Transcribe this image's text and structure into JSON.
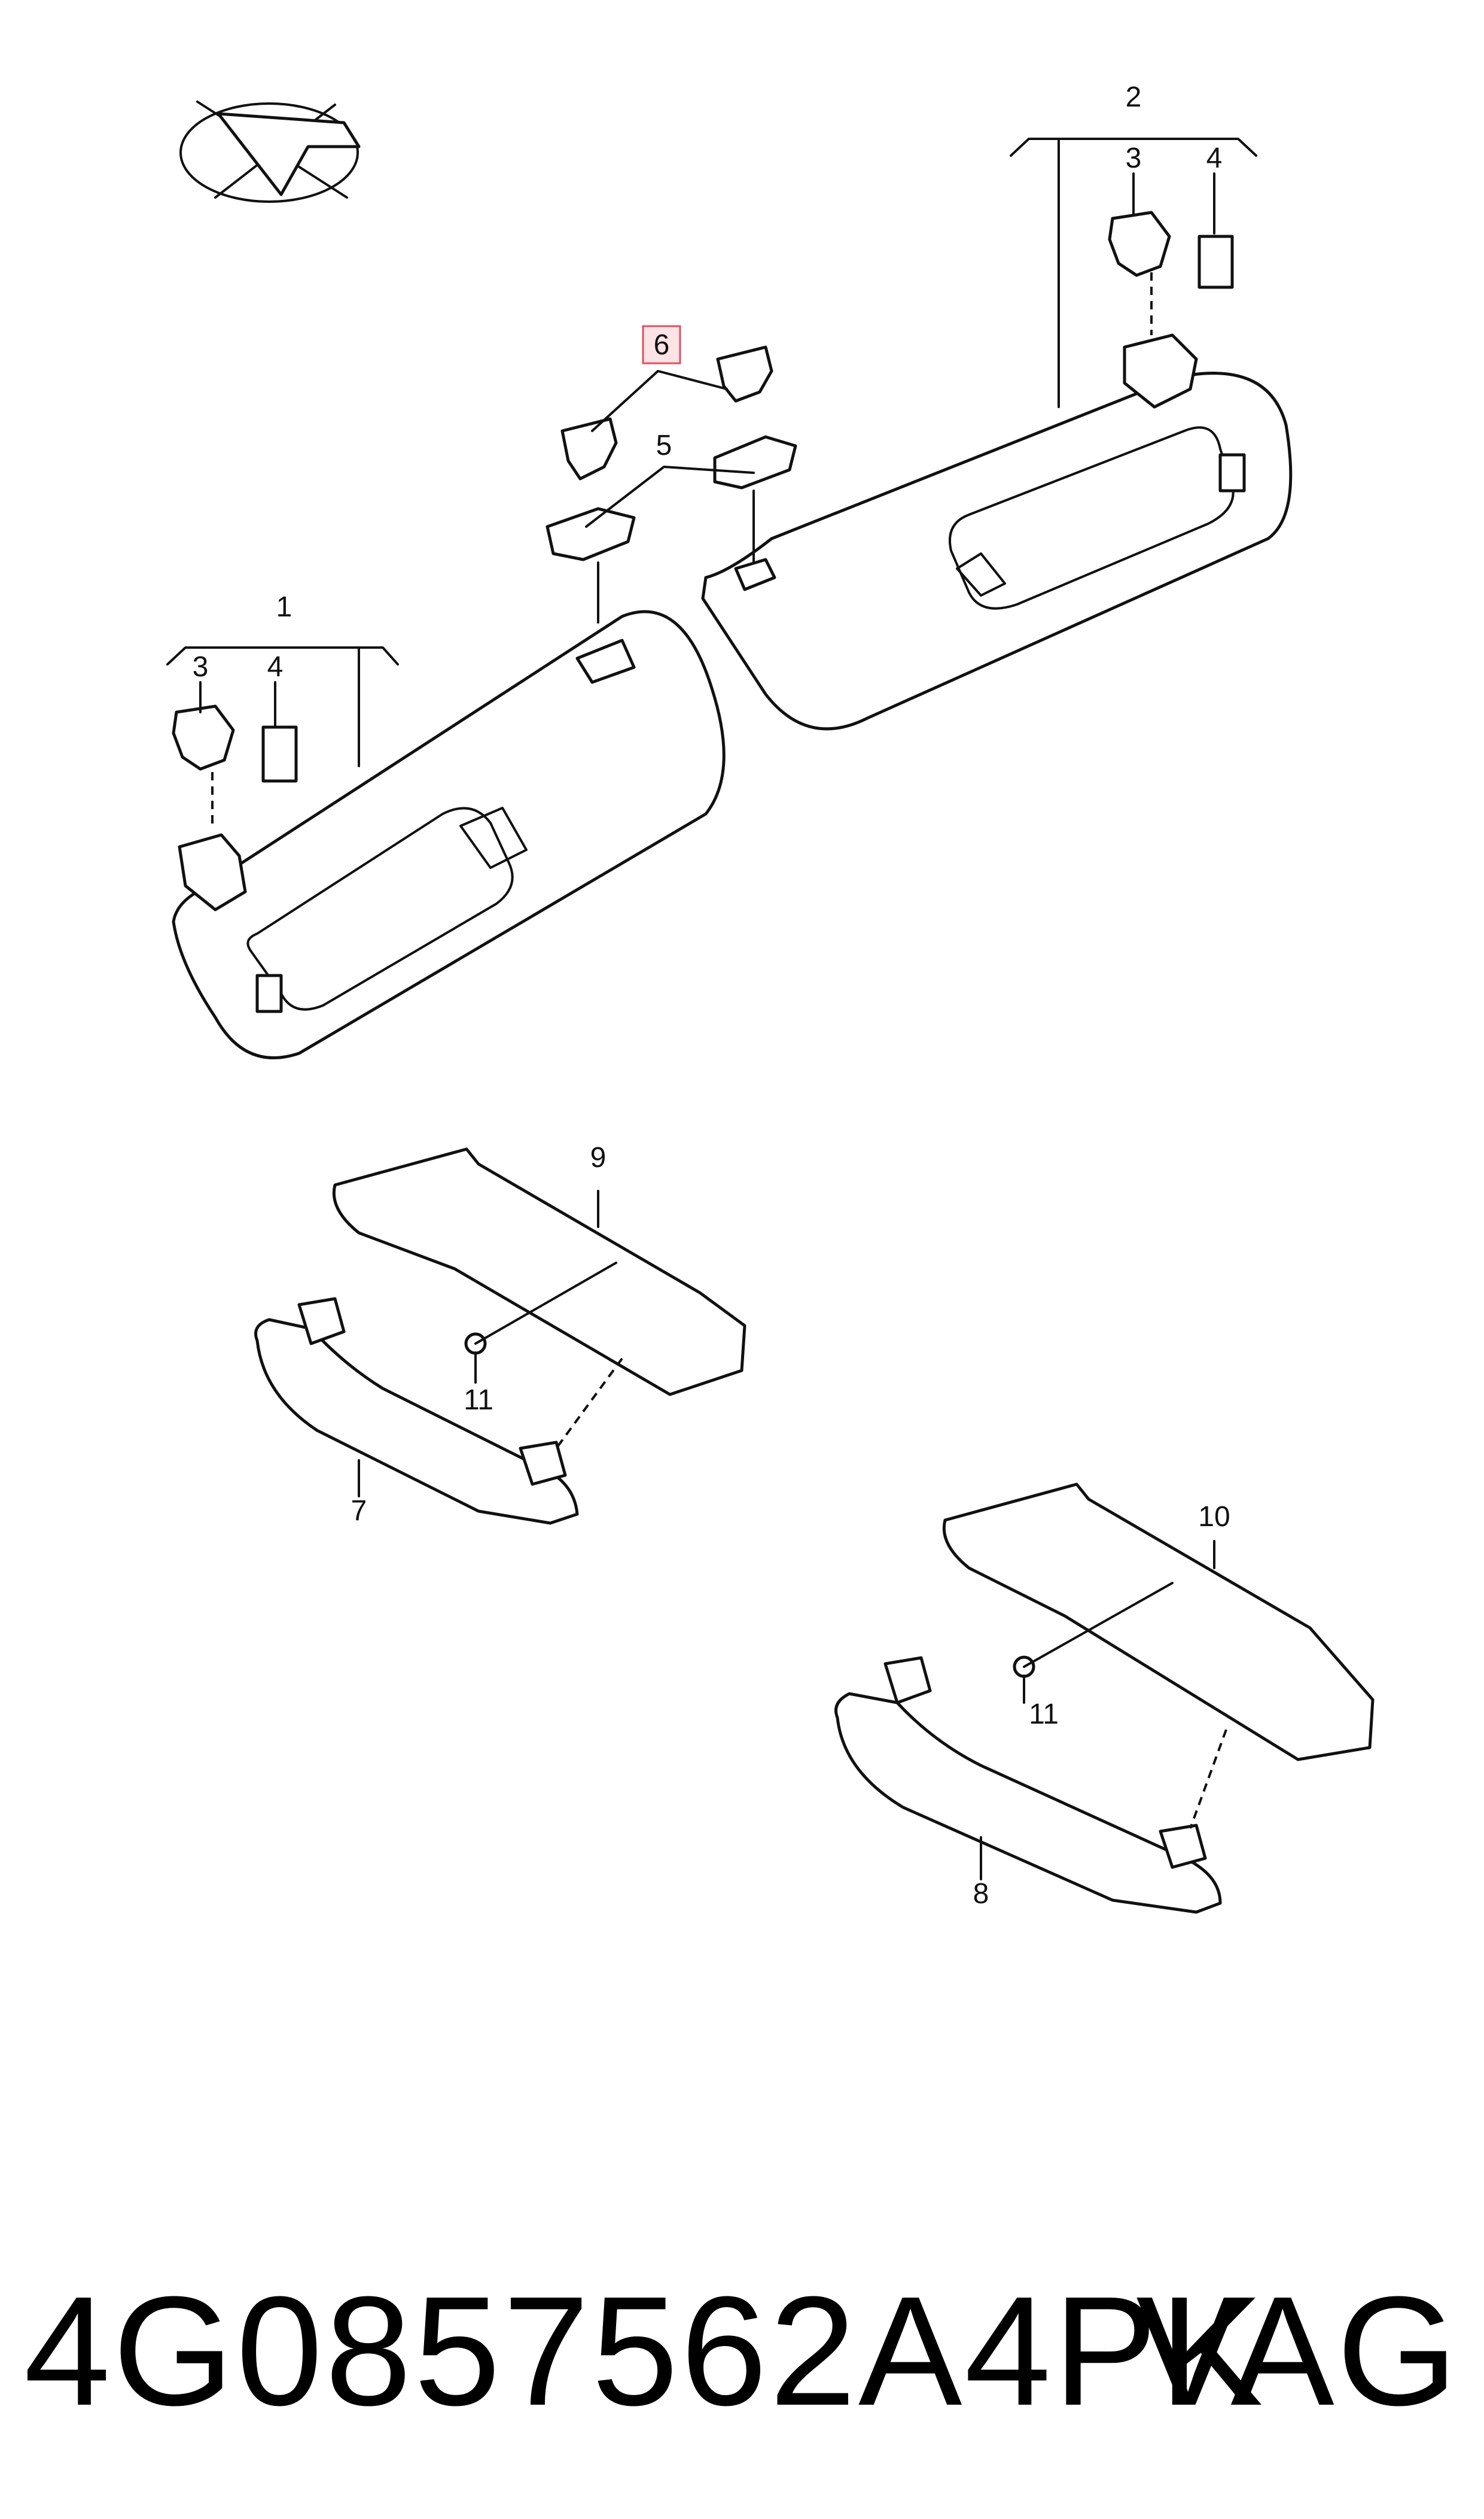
{
  "callouts": {
    "c1": "1",
    "c2": "2",
    "c3a": "3",
    "c4a": "4",
    "c3b": "3",
    "c4b": "4",
    "c5": "5",
    "c6": "6",
    "c7": "7",
    "c8": "8",
    "c9": "9",
    "c10": "10",
    "c11a": "11",
    "c11b": "11"
  },
  "highlight_color": "#e05060",
  "footer": {
    "part_number": "4G0857562A4PK",
    "brand": "VAG"
  }
}
